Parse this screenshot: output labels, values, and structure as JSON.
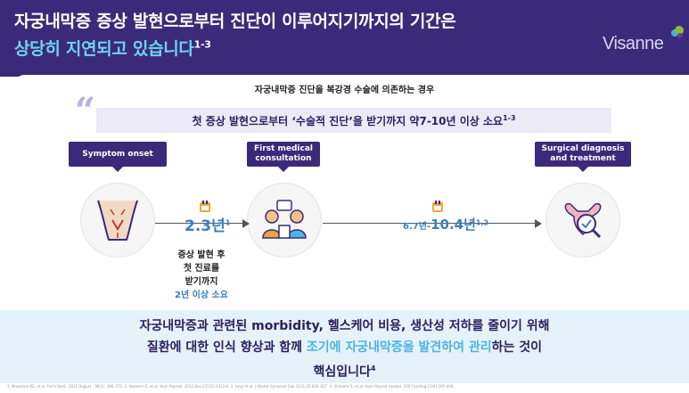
{
  "header": {
    "title_line1": "자궁내막증 증상 발현으로부터 진단이 이루어지기까지의 기간은",
    "title_line2": "상당히 지연되고 있습니다",
    "title_sup": "1-3",
    "logo_text": "Visanne",
    "bg_color": "#3b2a7a"
  },
  "subtitle": "자궁내막증 진단을 복강경 수술에 의존하는 경우",
  "quote": {
    "mark": "“",
    "text": "첫 증상 발현으로부터 ‘수술적 진단’을 받기까지 약7-10년 이상 소요",
    "sup": "1-3"
  },
  "stages": [
    {
      "label": "Symptom onset",
      "icon": "pelvis-icon"
    },
    {
      "label": "First medical consultation",
      "icon": "consultation-icon"
    },
    {
      "label": "Surgical diagnosis and treatment",
      "icon": "uterus-check-icon"
    }
  ],
  "duration1": {
    "value": "2.3년",
    "sup": "1"
  },
  "duration2": {
    "low": "6.7년-",
    "high": "10.4년",
    "sup": "1,2"
  },
  "desc": {
    "line1": "증상 발현 후",
    "line2": "첫 진료를",
    "line3": "받기까지",
    "line4": "2년 이상 소요"
  },
  "bottom": {
    "line1": "자궁내막증과 관련된 morbidity, 헬스케어 비용, 생산성 저하를 줄이기 위해",
    "line2_a": "질환에 대한 인식 향상과 함께 ",
    "line2_b": "조기에 자궁내막증을 발견하여 관리",
    "line2_c": "하는 것이",
    "line3": "핵심입니다",
    "line3_sup": "4"
  },
  "references": "1. Nnoaham KE, et al. Fertil Steril. 2011 August ; 96(2): 366–373. 2. Hudelist G, et al. Hum Reprod. 2012 Dec;27(12):3412-6. 3. Levy et al. J Obstet Gynaecol Can 2011;33:830–837. 4. Simoens S, et al. Hum Reprod Update. 2007 Jul-Aug;13(4):395-404."
}
